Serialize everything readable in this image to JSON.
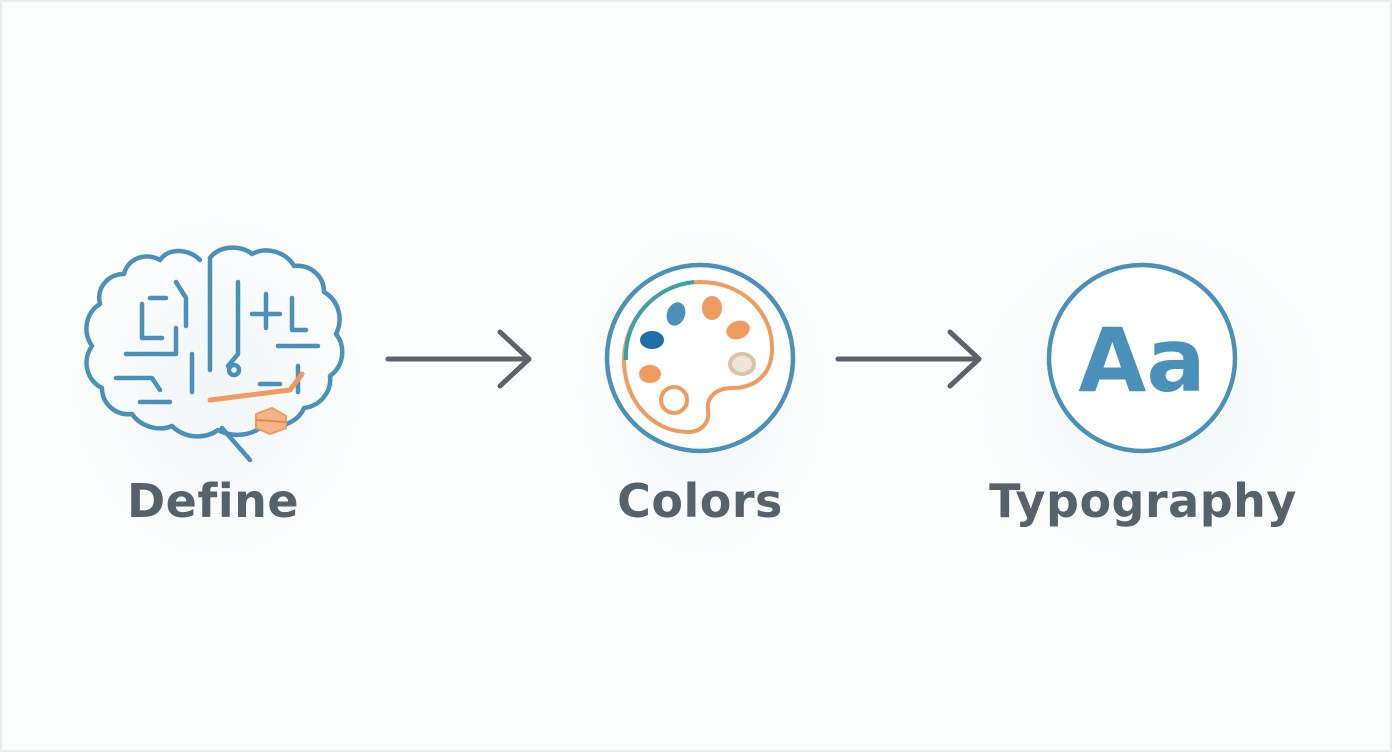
{
  "colors": {
    "blue": "#4a90b8",
    "orange": "#ef9a5e",
    "tan": "#d8c3a6",
    "teal": "#3aa3a3",
    "text": "#56626a",
    "arrow": "#5d6368"
  },
  "steps": [
    {
      "label": "Define",
      "icon": "brain-circuit-icon"
    },
    {
      "label": "Colors",
      "icon": "color-palette-icon"
    },
    {
      "label": "Typography",
      "icon": "typography-icon",
      "icon_text": "Aa"
    }
  ],
  "connectors": [
    "arrow-right-icon",
    "arrow-right-icon"
  ]
}
